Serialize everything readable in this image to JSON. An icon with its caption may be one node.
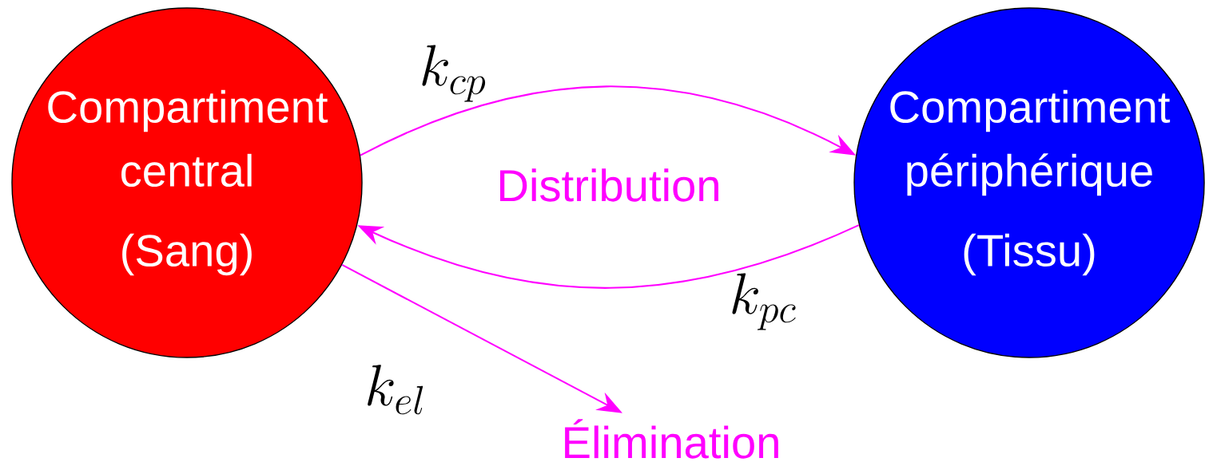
{
  "diagram": {
    "nodes": [
      {
        "text": [
          "Compartiment central",
          "(Sang)"
        ]
      },
      {
        "text": [
          "Compartiment périphérique",
          "(Tissu)"
        ]
      },
      {
        "text": [
          "Élimination"
        ]
      }
    ],
    "edges": [
      {
        "from": 0,
        "to": 1,
        "arrow": "to",
        "label": "k_{cp}"
      },
      {
        "from": 1,
        "to": 0,
        "arrow": "to",
        "label": "k_{pc}"
      },
      {
        "from": 0,
        "to": 2,
        "arrow": "to",
        "label": "k_{el}"
      }
    ],
    "labels": [
      "Distribution"
    ]
  }
}
